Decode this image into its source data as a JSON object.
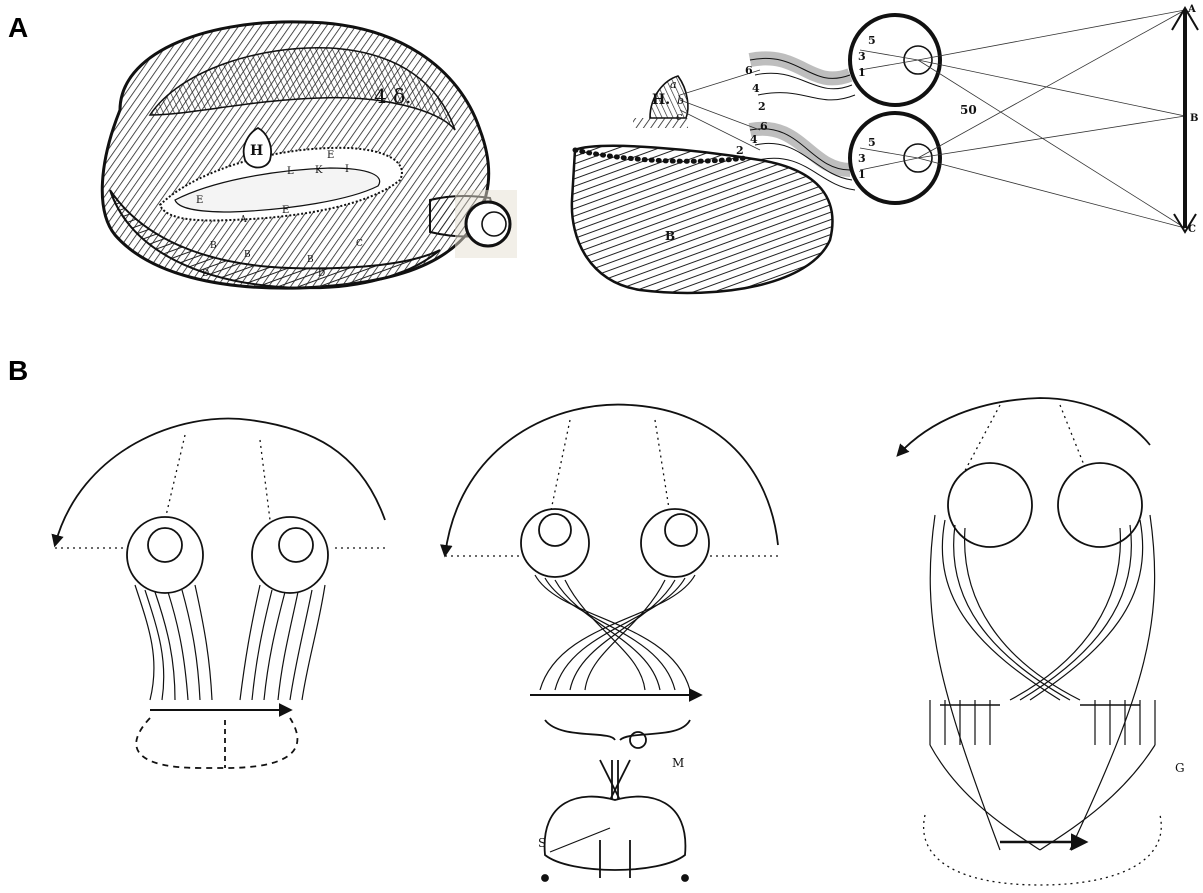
{
  "panels": {
    "a": {
      "label": "A",
      "brain_labels": {
        "fig_no": "4 δ.",
        "h": "H",
        "e1": "E",
        "e2": "E",
        "e3": "E",
        "l": "L",
        "k": "K",
        "i": "I",
        "a": "A",
        "b1": "B",
        "b2": "B",
        "b3": "B",
        "c": "C",
        "d1": "D",
        "d2": "D"
      },
      "optics_labels": {
        "gland": "H.",
        "a": "a",
        "b": "b",
        "c": "c",
        "n6a": "6",
        "n4a": "4",
        "n2a": "2",
        "n6b": "6",
        "n4b": "4",
        "n2b": "2",
        "n5a": "5",
        "n3a": "3",
        "n1a": "1",
        "n5b": "5",
        "n3b": "3",
        "n1b": "1",
        "fig_no": "50",
        "arrow_a": "A",
        "arrow_b": "B",
        "arrow_c": "C",
        "brain_b": "B"
      }
    },
    "b": {
      "label": "B",
      "middle": {
        "m": "M",
        "s": "S"
      },
      "right": {
        "g": "G"
      }
    }
  },
  "colors": {
    "ink": "#111111",
    "paper": "#ffffff",
    "hatch": "#333333"
  }
}
